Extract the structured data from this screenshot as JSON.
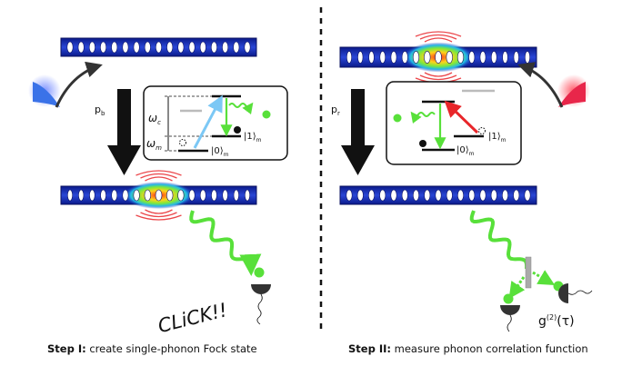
{
  "step1": {
    "caption_bold": "Step I:",
    "caption_text": " create single-phonon Fock state",
    "pump_label": "p",
    "pump_sub": "b",
    "omega_c": "ω",
    "omega_c_sub": "c",
    "omega_m": "ω",
    "omega_m_sub": "m",
    "ket0": "|0⟩",
    "ket0_sub": "m",
    "ket1": "|1⟩",
    "ket1_sub": "m",
    "click": "CLiCK!!"
  },
  "step2": {
    "caption_bold": "Step II:",
    "caption_text": " measure phonon correlation function",
    "pump_label": "p",
    "pump_sub": "r",
    "ket0": "|0⟩",
    "ket0_sub": "m",
    "ket1": "|1⟩",
    "ket1_sub": "m",
    "g2": "g",
    "g2_sup": "(2)",
    "g2_arg": "(τ)"
  },
  "colors": {
    "beam_blue": "#1f2fbf",
    "beam_dark": "#0a1a8a",
    "photon_green": "#58e03a",
    "blue_laser": "#7cc8f5",
    "red_laser": "#e8262a",
    "arrow_black": "#111111"
  }
}
